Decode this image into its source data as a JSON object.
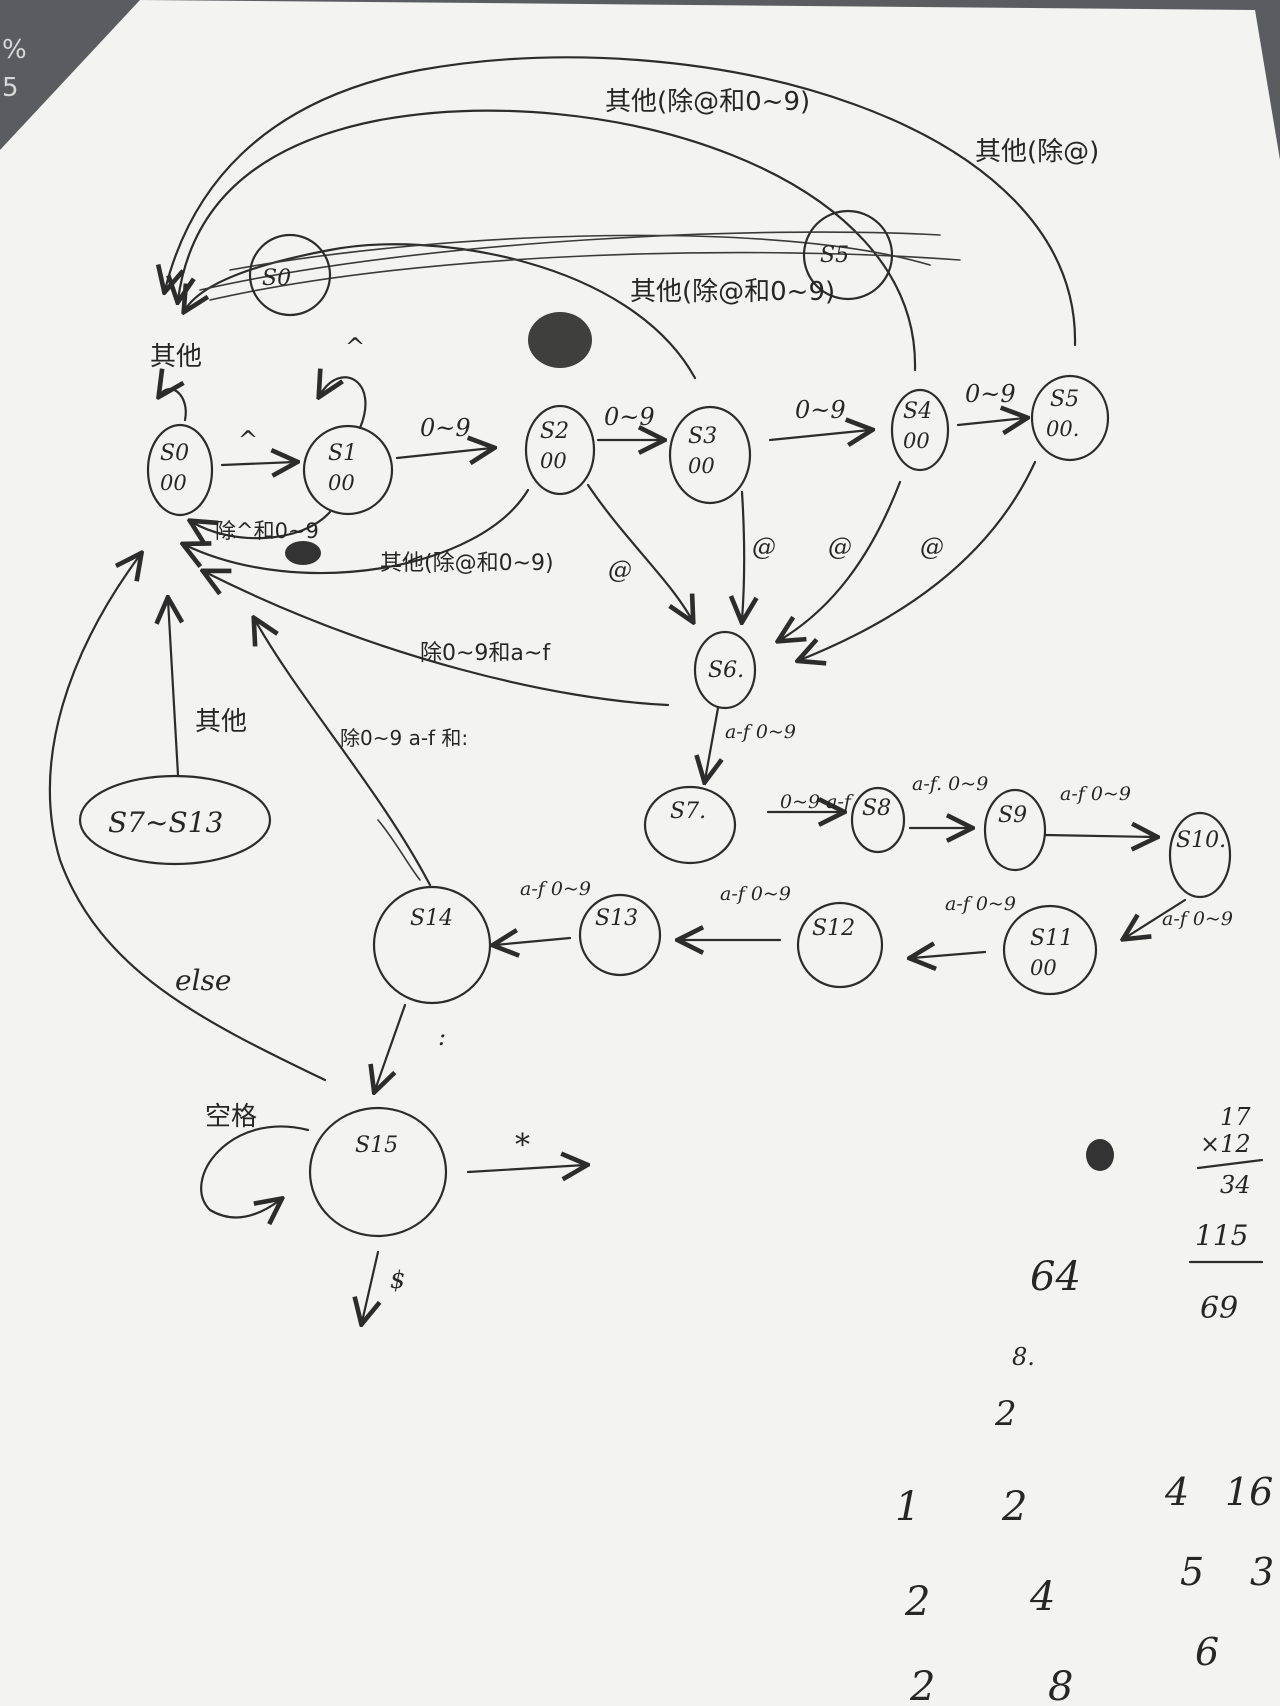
{
  "diagram": {
    "states": [
      {
        "id": "s0",
        "name": "S0",
        "output": "00"
      },
      {
        "id": "s1",
        "name": "S1",
        "output": "00"
      },
      {
        "id": "s2",
        "name": "S2",
        "output": "00"
      },
      {
        "id": "s3",
        "name": "S3",
        "output": "00"
      },
      {
        "id": "s4",
        "name": "S4",
        "output": "00"
      },
      {
        "id": "s5",
        "name": "S5",
        "output": "00."
      },
      {
        "id": "s6",
        "name": "S6.",
        "output": ""
      },
      {
        "id": "s7",
        "name": "S7.",
        "output": ""
      },
      {
        "id": "s8",
        "name": "S8",
        "output": ""
      },
      {
        "id": "s9",
        "name": "S9",
        "output": ""
      },
      {
        "id": "s10",
        "name": "S10.",
        "output": ""
      },
      {
        "id": "s11",
        "name": "S11",
        "output": "00"
      },
      {
        "id": "s12",
        "name": "S12",
        "output": ""
      },
      {
        "id": "s13",
        "name": "S13",
        "output": ""
      },
      {
        "id": "s14",
        "name": "S14",
        "output": ""
      },
      {
        "id": "s15",
        "name": "S15",
        "output": ""
      },
      {
        "id": "s7to13",
        "name": "S7~S13",
        "output": ""
      }
    ],
    "crossed_states": [
      "S0",
      "S5"
    ],
    "labels": {
      "s0_self": "其他",
      "s1_self": "^",
      "s0_s1": "^",
      "s1_s2": "0~9",
      "s2_s3": "0~9",
      "s3_s4": "0~9",
      "s4_s5": "0~9",
      "s2_s6": "@",
      "s3_s6": "@",
      "s4_s6": "@",
      "s5_s6": "@",
      "s1_back": "除^和0~9",
      "s2_back": "其他(除@和0~9)",
      "s3_back": "其他(除@和0~9)",
      "s4_back": "其他(除@和0~9)",
      "s5_back": "其他(除@)",
      "s6_back": "除0~9和a~f",
      "s6_s7": "a-f 0~9",
      "s7_s8": "0~9 a-f",
      "s8_s9": "a-f. 0~9",
      "s9_s10": "a-f 0~9",
      "s10_s11": "a-f 0~9",
      "s11_s12": "a-f 0~9",
      "s12_s13": "a-f 0~9",
      "s13_s14": "a-f 0~9",
      "s14_back": "除0~9 a-f 和:",
      "s14_s15": ":",
      "s7to13_back": "其他",
      "s15_self": "空格",
      "s15_else": "else",
      "s15_star": "*",
      "s15_dollar": "$"
    }
  },
  "margin_notes": {
    "multiplication": [
      "17",
      "×12",
      "34",
      "115",
      "69"
    ],
    "loose": [
      "64",
      "8.",
      "2"
    ],
    "table_left": [
      "1",
      "2",
      "2",
      "4",
      "2",
      "8"
    ],
    "table_right": [
      "4",
      "16",
      "5",
      "3",
      "6"
    ]
  },
  "keyboard_fragment": {
    "keys": [
      "%",
      "5"
    ]
  }
}
